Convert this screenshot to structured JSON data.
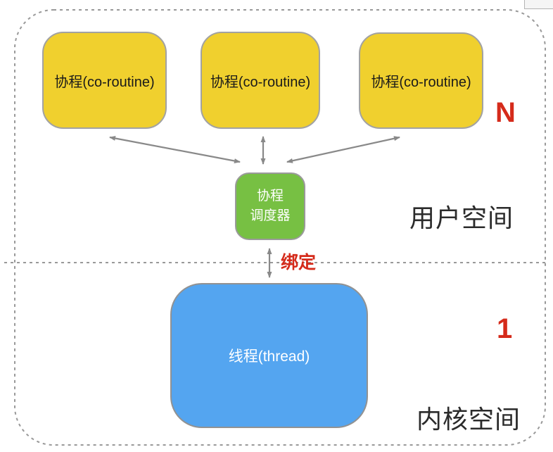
{
  "diagram": {
    "coroutine_boxes": [
      {
        "label": "协程(co-routine)"
      },
      {
        "label": "协程(co-routine)"
      },
      {
        "label": "协程(co-routine)"
      }
    ],
    "scheduler": {
      "label_line1": "协程",
      "label_line2": "调度器"
    },
    "thread": {
      "label": "线程(thread)"
    },
    "annotations": {
      "n_count": "N",
      "one_count": "1",
      "binding": "绑定",
      "user_space": "用户空间",
      "kernel_space": "内核空间"
    },
    "colors": {
      "coroutine_fill": "#f0d02e",
      "scheduler_fill": "#77c043",
      "thread_fill": "#54a5f0",
      "red_accent": "#d52b1b",
      "arrow_gray": "#898989",
      "dashed_border_gray": "#999999"
    }
  }
}
